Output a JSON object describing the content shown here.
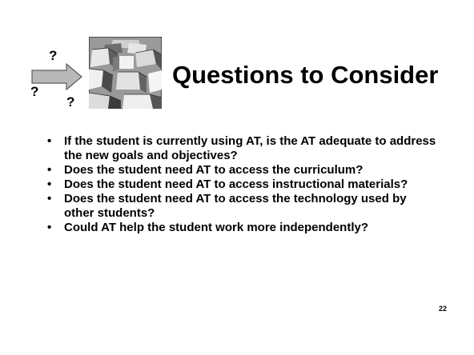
{
  "slide": {
    "question_marks": [
      "?",
      "?",
      "?"
    ],
    "title": "Questions to Consider",
    "bullet_glyph": "•",
    "bullets": [
      "If the student is currently using AT, is the AT adequate to address the new goals and objectives?",
      "Does the student need AT to access the curriculum?",
      "Does the student need AT to access instructional materials?",
      "Does the student need AT to access the technology used by other students?",
      "Could AT help the student work more independently?"
    ],
    "page_number": "22"
  },
  "icons": {
    "arrow": "right-arrow-icon",
    "maze": "maze-image"
  },
  "colors": {
    "background": "#ffffff",
    "text": "#000000",
    "arrow_fill": "#b9b9b9",
    "arrow_stroke": "#5a5a5a"
  }
}
